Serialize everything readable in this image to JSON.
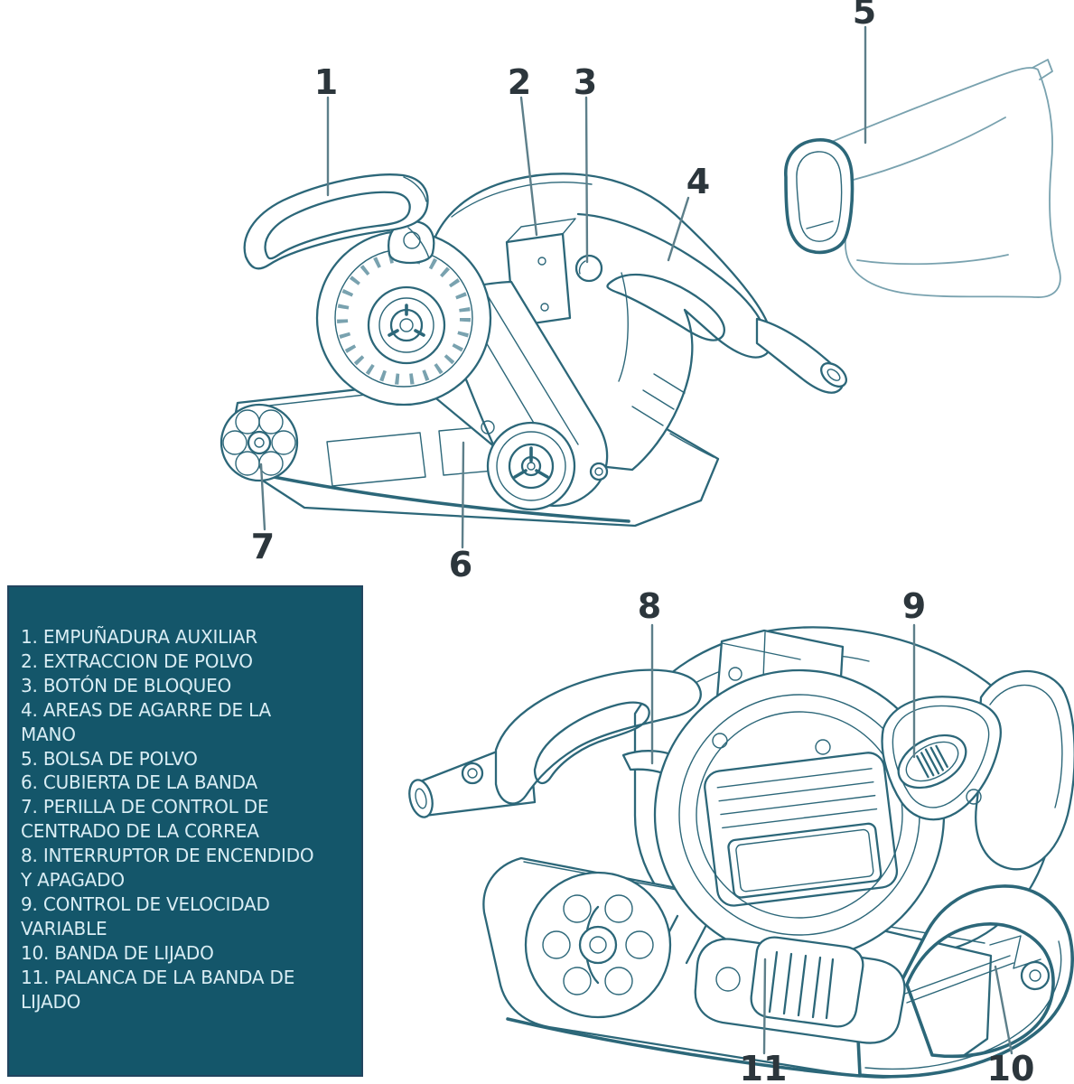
{
  "colors": {
    "page-bg": "#ffffff",
    "line": "#2c6779",
    "line-light": "#79a2af",
    "leader": "#5d7f8a",
    "callout": "#2c363c",
    "legend-bg": "#14566a",
    "legend-border": "#22455f",
    "legend-text": "#d9edf4"
  },
  "legend": {
    "items": [
      "1. EMPUÑADURA AUXILIAR",
      "2. EXTRACCION DE POLVO",
      "3. BOTÓN DE BLOQUEO",
      "4. AREAS DE AGARRE DE LA\nMANO",
      "5. BOLSA DE POLVO",
      "6. CUBIERTA DE LA BANDA",
      "7. PERILLA DE CONTROL DE\nCENTRADO DE LA CORREA",
      "8. INTERRUPTOR DE ENCENDIDO\nY APAGADO",
      "9. CONTROL DE VELOCIDAD\nVARIABLE",
      "10. BANDA DE LIJADO",
      "11. PALANCA DE LA BANDA DE\nLIJADO"
    ]
  },
  "figures": {
    "side_view": {
      "callouts": [
        "1",
        "2",
        "3",
        "4",
        "5",
        "6",
        "7"
      ]
    },
    "rear_view": {
      "callouts": [
        "8",
        "9",
        "10",
        "11"
      ]
    }
  }
}
